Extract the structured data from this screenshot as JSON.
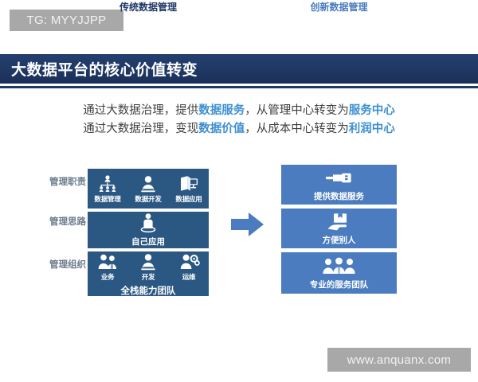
{
  "watermarks": {
    "top": "TG: MYYJJPP",
    "bottom": "www.anquanx.com"
  },
  "slide": {
    "title": "大数据平台的核心价值转变",
    "lead": {
      "line1": {
        "a": "通过大数据治理，提供",
        "hl1": "数据服务",
        "b": "，从管理中心转变为",
        "hl2": "服务中心"
      },
      "line2": {
        "a": "通过大数据治理，变现",
        "hl1": "数据价值",
        "b": "，从成本中心转变为",
        "hl2": "利润中心"
      }
    }
  },
  "diagram": {
    "columns": {
      "left_header": "传统数据管理",
      "right_header": "创新数据管理"
    },
    "row_labels": [
      "管理职责",
      "管理思路",
      "管理组织"
    ],
    "left_boxes": [
      {
        "icons": [
          {
            "name": "org-chart-icon",
            "caption": "数据管理"
          },
          {
            "name": "person-laptop-icon",
            "caption": "数据开发"
          },
          {
            "name": "book-screen-icon",
            "caption": "数据应用"
          }
        ],
        "caption": ""
      },
      {
        "icons": [
          {
            "name": "person-spotlight-icon",
            "caption": ""
          }
        ],
        "caption": "自己应用"
      },
      {
        "icons": [
          {
            "name": "two-people-icon",
            "caption": "业务"
          },
          {
            "name": "person-laptop-icon",
            "caption": "开发"
          },
          {
            "name": "person-gear-icon",
            "caption": "运维"
          }
        ],
        "caption": "全栈能力团队"
      }
    ],
    "right_boxes": [
      {
        "icon": "plug-connector-icon",
        "caption": "提供数据服务"
      },
      {
        "icon": "hand-box-icon",
        "caption": "方便别人"
      },
      {
        "icon": "three-people-icon",
        "caption": "专业的服务团队"
      }
    ],
    "arrow": "arrow-right-icon"
  },
  "colors": {
    "banner": "#1f3864",
    "left_box": "#2b5883",
    "right_box": "#4a7cbf",
    "highlight_text": "#3d8fd1",
    "arrow": "#4a7cbf",
    "row_label": "#6b7b8c",
    "watermark_bg": "#a8a8a8"
  }
}
